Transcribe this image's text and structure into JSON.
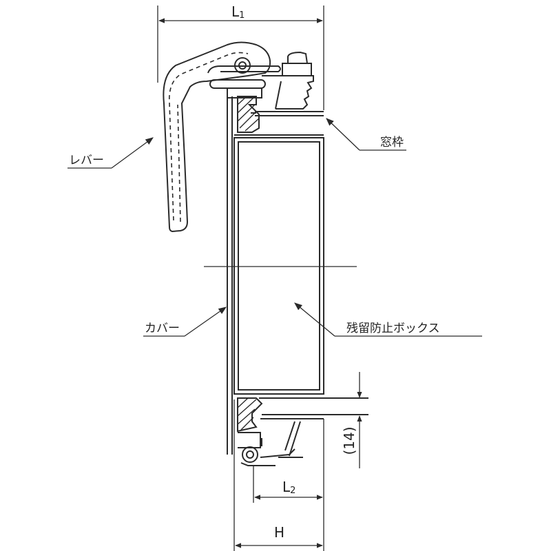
{
  "labels": {
    "window_frame": "窓枠",
    "lever": "レバー",
    "cover": "カバー",
    "box": "残留防止ボックス"
  },
  "dimensions": {
    "l1_main": "L",
    "l1_sub": "1",
    "l2_main": "L",
    "l2_sub": "2",
    "h": "H",
    "gap": "(14)"
  }
}
